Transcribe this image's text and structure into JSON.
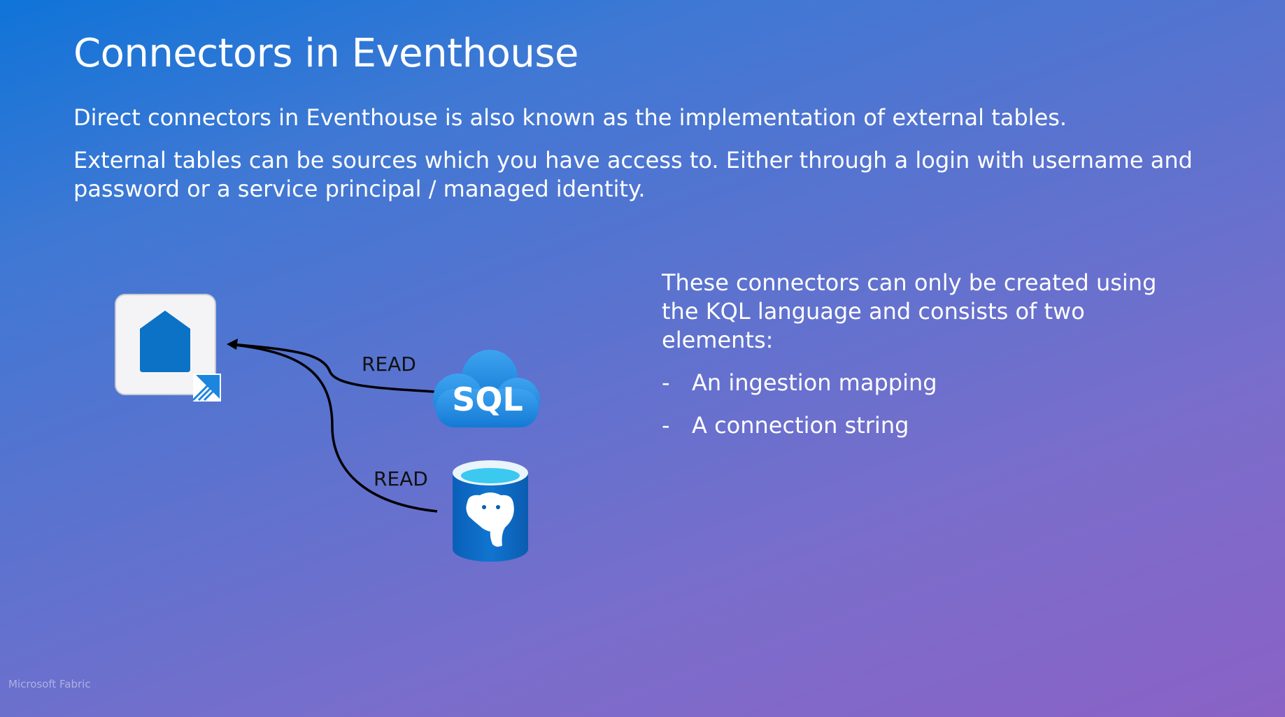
{
  "slide": {
    "title": "Connectors in Eventhouse",
    "paragraph_1": "Direct connectors in Eventhouse is also known as the implementation of external tables.",
    "paragraph_2": "External tables can be sources which you have access to. Either through a login with username and password or a service principal / managed identity."
  },
  "diagram": {
    "eventhouse_icon": "eventhouse-icon",
    "sql_icon": "sql-cloud-icon",
    "sql_icon_text": "SQL",
    "postgres_icon": "postgresql-database-icon",
    "edge_sql_label": "READ",
    "edge_postgres_label": "READ"
  },
  "right_block": {
    "intro": "These connectors can only be created using the KQL language and consists of two elements:",
    "bullets": [
      {
        "dash": "-",
        "text": "An ingestion mapping"
      },
      {
        "dash": "-",
        "text": "A connection string"
      }
    ]
  },
  "footer": {
    "brand": "Microsoft Fabric"
  },
  "colors": {
    "gradient_start": "#0f74d8",
    "gradient_end": "#8a62c6",
    "icon_blue": "#0a6cc2",
    "sql_cloud": "#1e88e0",
    "cylinder_cyan": "#37c6ef"
  }
}
